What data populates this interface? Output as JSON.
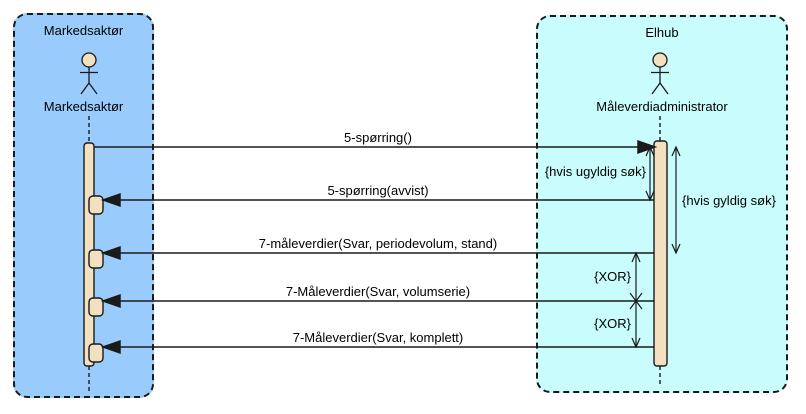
{
  "diagram": {
    "type": "uml-sequence-diagram",
    "participants": [
      {
        "title": "Markedsaktør",
        "actor_label": "Markedsaktør"
      },
      {
        "title": "Elhub",
        "actor_label": "Måleverdiadministrator"
      }
    ],
    "messages": [
      {
        "label": "5-spørring()",
        "from": "Markedsaktør",
        "to": "Måleverdiadministrator",
        "direction": "left-to-right"
      },
      {
        "label": "5-spørring(avvist)",
        "from": "Måleverdiadministrator",
        "to": "Markedsaktør",
        "direction": "right-to-left"
      },
      {
        "label": "7-måleverdier(Svar, periodevolum, stand)",
        "from": "Måleverdiadministrator",
        "to": "Markedsaktør",
        "direction": "right-to-left"
      },
      {
        "label": "7-Måleverdier(Svar, volumserie)",
        "from": "Måleverdiadministrator",
        "to": "Markedsaktør",
        "direction": "right-to-left"
      },
      {
        "label": "7-Måleverdier(Svar, komplett)",
        "from": "Måleverdiadministrator",
        "to": "Markedsaktør",
        "direction": "right-to-left"
      }
    ],
    "constraints": [
      {
        "label": "{hvis ugyldig søk}"
      },
      {
        "label": "{hvis gyldig søk}"
      },
      {
        "label": "{XOR}"
      },
      {
        "label": "{XOR}"
      }
    ],
    "colors": {
      "left_box_fill": "#99CCFC",
      "right_box_fill": "#C9FCFC",
      "activation_fill": "#F2E0C0",
      "line": "#1a1a1a"
    }
  }
}
